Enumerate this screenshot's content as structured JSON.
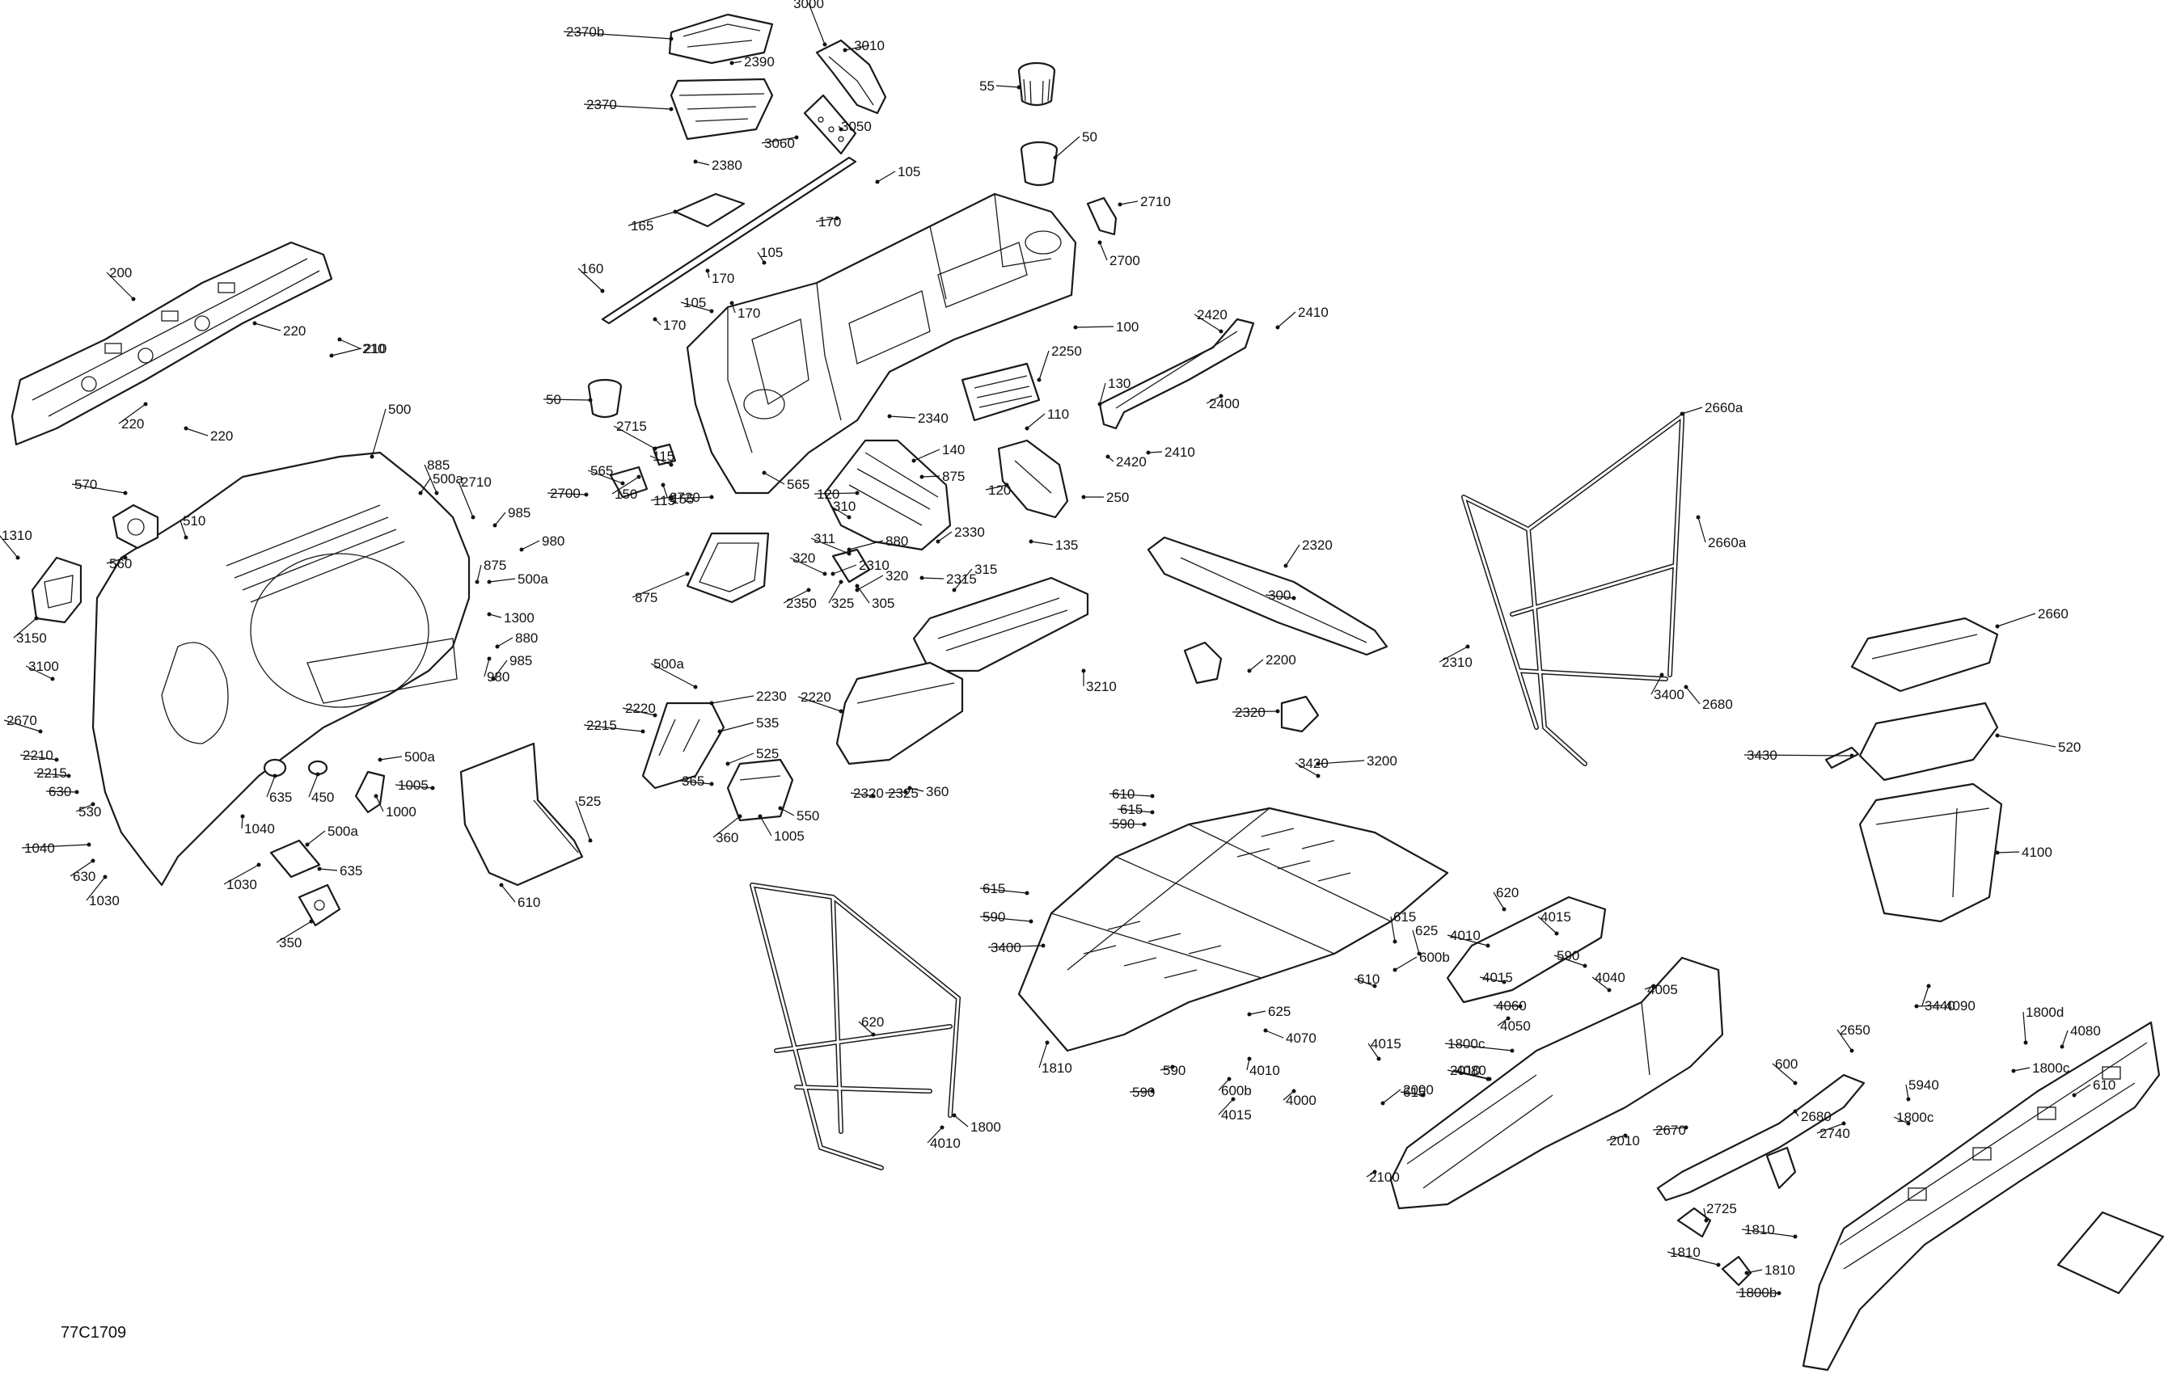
{
  "diagram_code": "77C1709",
  "callouts": [
    "2370b",
    "3000",
    "3010",
    "2390",
    "2370",
    "55",
    "3050",
    "3060",
    "2380",
    "50",
    "105",
    "2710",
    "170",
    "165",
    "2700",
    "160",
    "170",
    "105",
    "170",
    "105",
    "100",
    "170",
    "200",
    "220",
    "210",
    "220",
    "220",
    "210",
    "2420",
    "2410",
    "2250",
    "50",
    "2400",
    "130",
    "2340",
    "110",
    "2715",
    "115",
    "140",
    "2420",
    "2410",
    "2660a",
    "500",
    "885",
    "570",
    "565",
    "2710",
    "150",
    "500a",
    "875",
    "565",
    "2700",
    "2720",
    "120",
    "155",
    "120",
    "250",
    "510",
    "115",
    "985",
    "980",
    "1310",
    "310",
    "2330",
    "311",
    "135",
    "2660a",
    "560",
    "875",
    "880",
    "500a",
    "2310",
    "320",
    "2315",
    "320",
    "315",
    "2320",
    "3150",
    "1300",
    "985",
    "880",
    "980",
    "875",
    "2350",
    "325",
    "305",
    "300",
    "3100",
    "500a",
    "2230",
    "2220",
    "2220",
    "535",
    "2215",
    "2200",
    "3210",
    "2310",
    "2660",
    "3400",
    "2680",
    "2670",
    "525",
    "2210",
    "500a",
    "365",
    "2215",
    "630",
    "635",
    "450",
    "550",
    "1005",
    "360",
    "2320",
    "2325",
    "2320",
    "3200",
    "610",
    "615",
    "590",
    "3420",
    "3430",
    "520",
    "1000",
    "1005",
    "360",
    "525",
    "530",
    "1040",
    "500a",
    "1040",
    "1030",
    "635",
    "630",
    "1030",
    "350",
    "610",
    "615",
    "590",
    "3400",
    "4100",
    "620",
    "625",
    "600b",
    "610",
    "615",
    "590",
    "4010",
    "4015",
    "4015",
    "4040",
    "4050",
    "4060",
    "4005",
    "3440",
    "4090",
    "4080",
    "2650",
    "620",
    "625",
    "4070",
    "1800c",
    "1800d",
    "4080",
    "2010",
    "600",
    "1810",
    "1800c",
    "5940",
    "610",
    "590",
    "600b",
    "4010",
    "4015",
    "615",
    "590",
    "4015",
    "4000",
    "2000",
    "2010",
    "2680",
    "2670",
    "1800",
    "4010",
    "1800c",
    "2100",
    "2740",
    "2725",
    "1810",
    "1810",
    "1800b",
    "1810"
  ]
}
